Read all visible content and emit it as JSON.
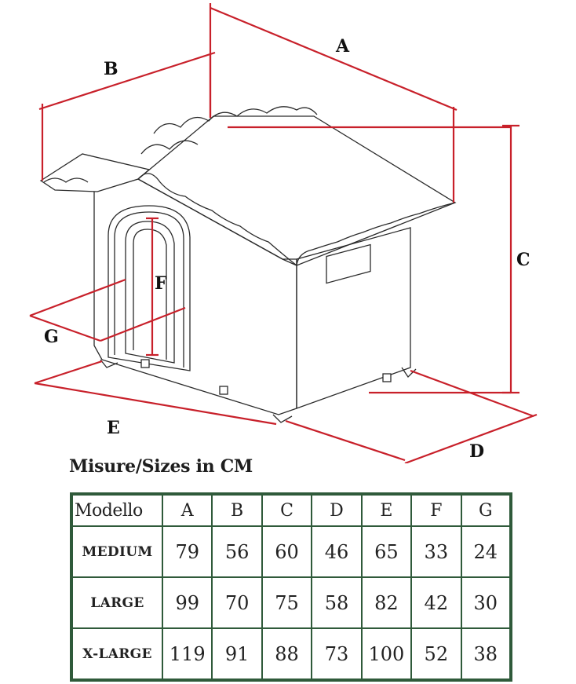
{
  "diagram": {
    "labels": {
      "A": "A",
      "B": "B",
      "C": "C",
      "D": "D",
      "E": "E",
      "F": "F",
      "G": "G"
    },
    "colors": {
      "dimension_line": "#c8202a",
      "table_border": "#2f5a3a",
      "drawing_ink": "#2a2a2a"
    }
  },
  "table": {
    "title": "Misure/Sizes in CM",
    "headers": [
      "Modello",
      "A",
      "B",
      "C",
      "D",
      "E",
      "F",
      "G"
    ],
    "rows": [
      {
        "model": "MEDIUM",
        "values": [
          "79",
          "56",
          "60",
          "46",
          "65",
          "33",
          "24"
        ]
      },
      {
        "model": "LARGE",
        "values": [
          "99",
          "70",
          "75",
          "58",
          "82",
          "42",
          "30"
        ]
      },
      {
        "model": "X-LARGE",
        "values": [
          "119",
          "91",
          "88",
          "73",
          "100",
          "52",
          "38"
        ]
      }
    ]
  }
}
